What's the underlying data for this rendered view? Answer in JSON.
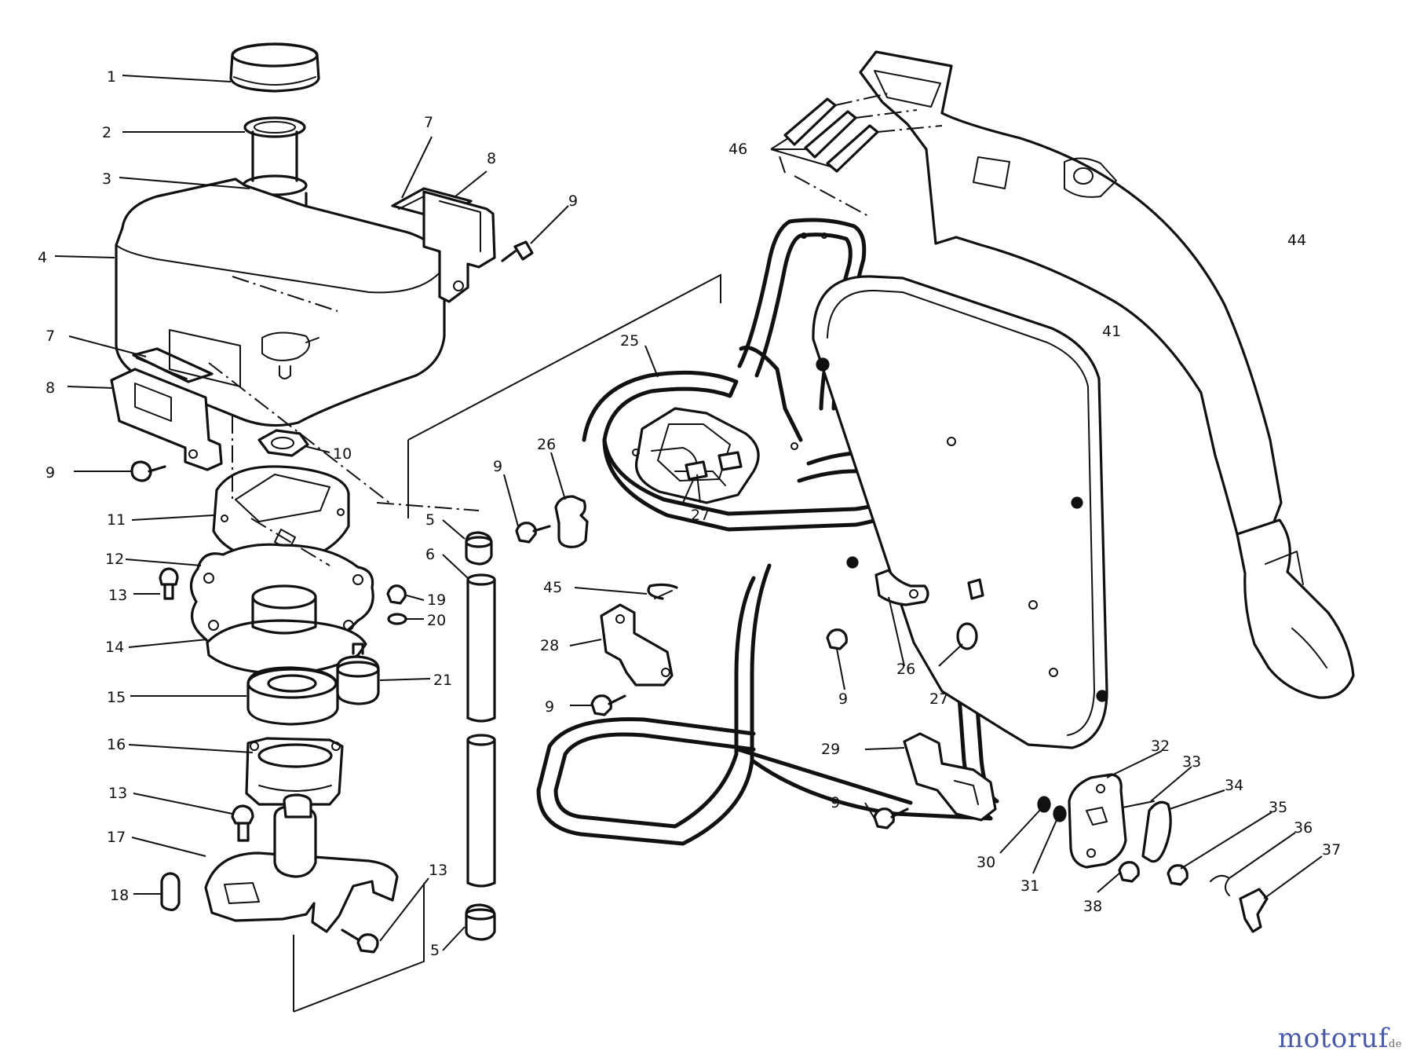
{
  "callouts": [
    {
      "label": "1"
    },
    {
      "label": "2"
    },
    {
      "label": "3"
    },
    {
      "label": "4"
    },
    {
      "label": "7"
    },
    {
      "label": "8"
    },
    {
      "label": "9"
    },
    {
      "label": "7"
    },
    {
      "label": "8"
    },
    {
      "label": "9"
    },
    {
      "label": "10"
    },
    {
      "label": "11"
    },
    {
      "label": "12"
    },
    {
      "label": "13"
    },
    {
      "label": "14"
    },
    {
      "label": "19"
    },
    {
      "label": "20"
    },
    {
      "label": "15"
    },
    {
      "label": "21"
    },
    {
      "label": "16"
    },
    {
      "label": "13"
    },
    {
      "label": "17"
    },
    {
      "label": "18"
    },
    {
      "label": "13"
    },
    {
      "label": "5"
    },
    {
      "label": "6"
    },
    {
      "label": "5"
    },
    {
      "label": "25"
    },
    {
      "label": "9"
    },
    {
      "label": "26"
    },
    {
      "label": "27"
    },
    {
      "label": "45"
    },
    {
      "label": "28"
    },
    {
      "label": "9"
    },
    {
      "label": "46"
    },
    {
      "label": "44"
    },
    {
      "label": "41"
    },
    {
      "label": "26"
    },
    {
      "label": "27"
    },
    {
      "label": "9"
    },
    {
      "label": "29"
    },
    {
      "label": "9"
    },
    {
      "label": "30"
    },
    {
      "label": "31"
    },
    {
      "label": "32"
    },
    {
      "label": "33"
    },
    {
      "label": "34"
    },
    {
      "label": "35"
    },
    {
      "label": "36"
    },
    {
      "label": "37"
    },
    {
      "label": "38"
    }
  ],
  "brand": {
    "name": "motoruf",
    "tld": "de"
  }
}
